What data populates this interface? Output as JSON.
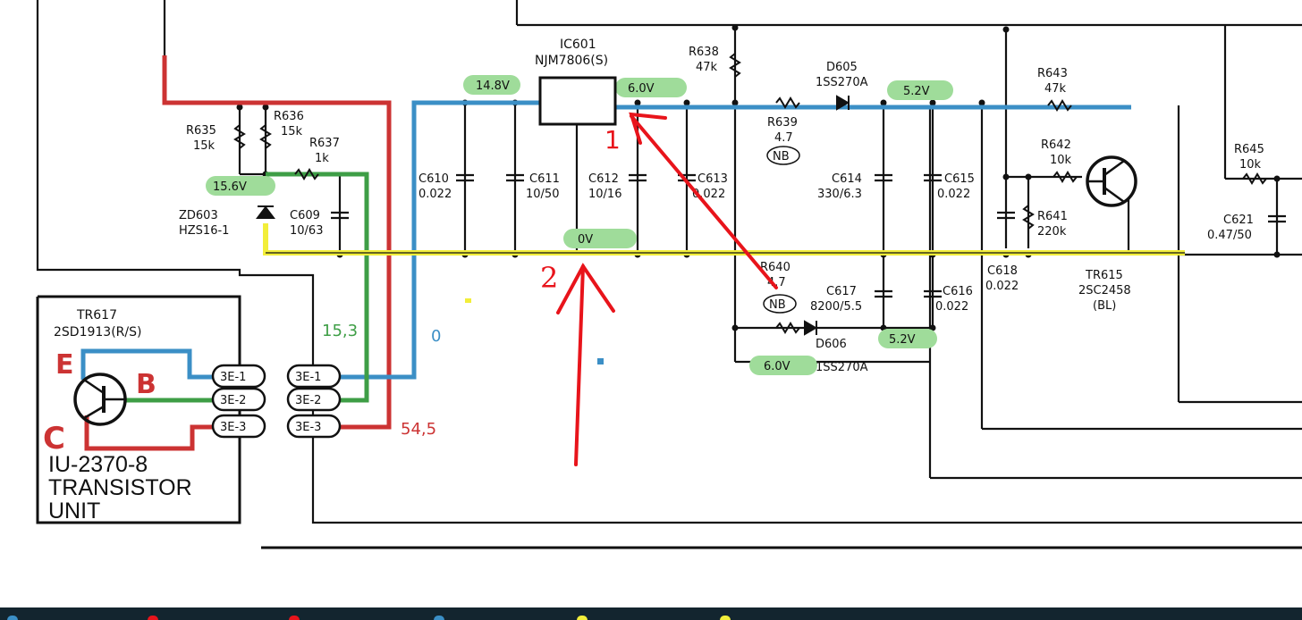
{
  "components": {
    "ic601": {
      "ref": "IC601",
      "part": "NJM7806(S)"
    },
    "r635": {
      "ref": "R635",
      "value": "15k"
    },
    "r636": {
      "ref": "R636",
      "value": "15k"
    },
    "r637": {
      "ref": "R637",
      "value": "1k"
    },
    "r638": {
      "ref": "R638",
      "value": "47k"
    },
    "r639": {
      "ref": "R639",
      "value": "4.7"
    },
    "r640": {
      "ref": "R640",
      "value": "4.7"
    },
    "r641": {
      "ref": "R641",
      "value": "220k"
    },
    "r642": {
      "ref": "R642",
      "value": "10k"
    },
    "r643": {
      "ref": "R643",
      "value": "47k"
    },
    "r645": {
      "ref": "R645",
      "value": "10k"
    },
    "c609": {
      "ref": "C609",
      "value": "10/63"
    },
    "c610": {
      "ref": "C610",
      "value": "0.022"
    },
    "c611": {
      "ref": "C611",
      "value": "10/50"
    },
    "c612": {
      "ref": "C612",
      "value": "10/16"
    },
    "c613": {
      "ref": "C613",
      "value": "0.022"
    },
    "c614": {
      "ref": "C614",
      "value": "330/6.3"
    },
    "c615": {
      "ref": "C615",
      "value": "0.022"
    },
    "c616": {
      "ref": "C616",
      "value": "0.022"
    },
    "c617": {
      "ref": "C617",
      "value": "8200/5.5"
    },
    "c618": {
      "ref": "C618",
      "value": "0.022"
    },
    "c621": {
      "ref": "C621",
      "value": "0.47/50"
    },
    "d605": {
      "ref": "D605",
      "part": "1SS270A"
    },
    "d606": {
      "ref": "D606",
      "part": "1SS270A"
    },
    "zd603": {
      "ref": "ZD603",
      "part": "HZS16-1"
    },
    "tr615": {
      "ref": "TR615",
      "part": "2SC2458",
      "grade": "(BL)"
    },
    "tr617": {
      "ref": "TR617",
      "part": "2SD1913(R/S)"
    },
    "nb": "NB"
  },
  "connectors": [
    "3E-1",
    "3E-2",
    "3E-3"
  ],
  "unit": {
    "line1": "IU-2370-8",
    "line2": "TRANSISTOR",
    "line3": "UNIT"
  },
  "voltages": {
    "v_in": "14.8V",
    "v_out": "6.0V",
    "v_d605": "5.2V",
    "v_zener": "15.6V",
    "v_gnd": "0V",
    "v_d606": "5.2V",
    "v_d606_in": "6.0V"
  },
  "annotations": {
    "meas_green": "15,3",
    "meas_blue": "0",
    "meas_red": "54,5",
    "arrow_1": "1",
    "arrow_2": "2",
    "pin_e": "E",
    "pin_b": "B",
    "pin_c": "C"
  },
  "colors": {
    "red": "#cc3333",
    "blue": "#3b8fc6",
    "green": "#3e9e46",
    "yellow": "#f2ee3a",
    "highlight": "#9fdc9a",
    "arrow": "#e8141b"
  }
}
